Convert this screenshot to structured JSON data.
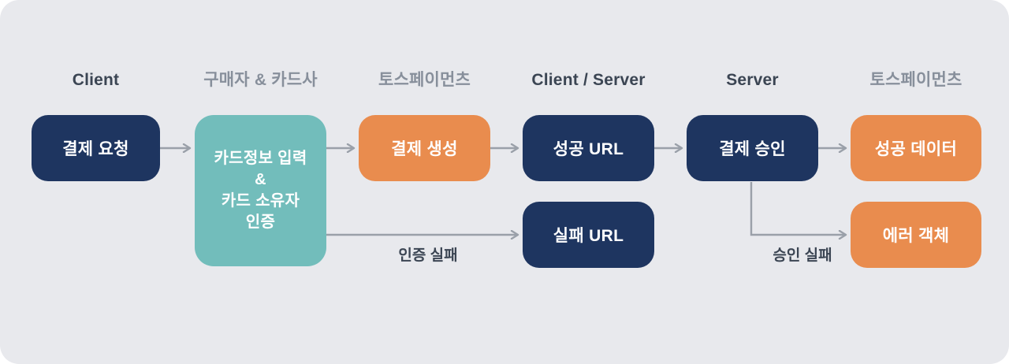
{
  "diagram": {
    "title_semantic": "tosspayments-payment-flow",
    "background_color": "#e8e9ed",
    "colors": {
      "navy": "#1e3560",
      "teal": "#72bdbb",
      "orange": "#e98c4e",
      "arrow": "#9aa0a9",
      "header_english": "#3b4553",
      "header_korean": "#878f9b",
      "node_text": "#ffffff"
    },
    "columns": [
      {
        "header": "Client",
        "lang": "en"
      },
      {
        "header": "구매자 & 카드사",
        "lang": "ko"
      },
      {
        "header": "토스페이먼츠",
        "lang": "ko"
      },
      {
        "header": "Client / Server",
        "lang": "en"
      },
      {
        "header": "Server",
        "lang": "en"
      },
      {
        "header": "토스페이먼츠",
        "lang": "ko"
      }
    ],
    "nodes": {
      "payment_request": {
        "label": "결제 요청",
        "color": "navy"
      },
      "card_auth": {
        "lines": [
          "카드정보 입력",
          "&",
          "카드 소유자",
          "인증"
        ],
        "color": "teal"
      },
      "payment_create": {
        "label": "결제 생성",
        "color": "orange"
      },
      "success_url": {
        "label": "성공 URL",
        "color": "navy"
      },
      "payment_confirm": {
        "label": "결제 승인",
        "color": "navy"
      },
      "success_data": {
        "label": "성공 데이터",
        "color": "orange"
      },
      "fail_url": {
        "label": "실패 URL",
        "color": "navy"
      },
      "error_object": {
        "label": "에러 객체",
        "color": "orange"
      }
    },
    "edges": [
      {
        "from": "payment_request",
        "to": "card_auth",
        "label": ""
      },
      {
        "from": "card_auth",
        "to": "payment_create",
        "label": ""
      },
      {
        "from": "payment_create",
        "to": "success_url",
        "label": ""
      },
      {
        "from": "success_url",
        "to": "payment_confirm",
        "label": ""
      },
      {
        "from": "payment_confirm",
        "to": "success_data",
        "label": ""
      },
      {
        "from": "card_auth",
        "to": "fail_url",
        "label": "인증 실패"
      },
      {
        "from": "payment_confirm",
        "to": "error_object",
        "label": "승인 실패"
      }
    ],
    "edge_labels": {
      "auth_fail": "인증 실패",
      "confirm_fail": "승인 실패"
    }
  }
}
